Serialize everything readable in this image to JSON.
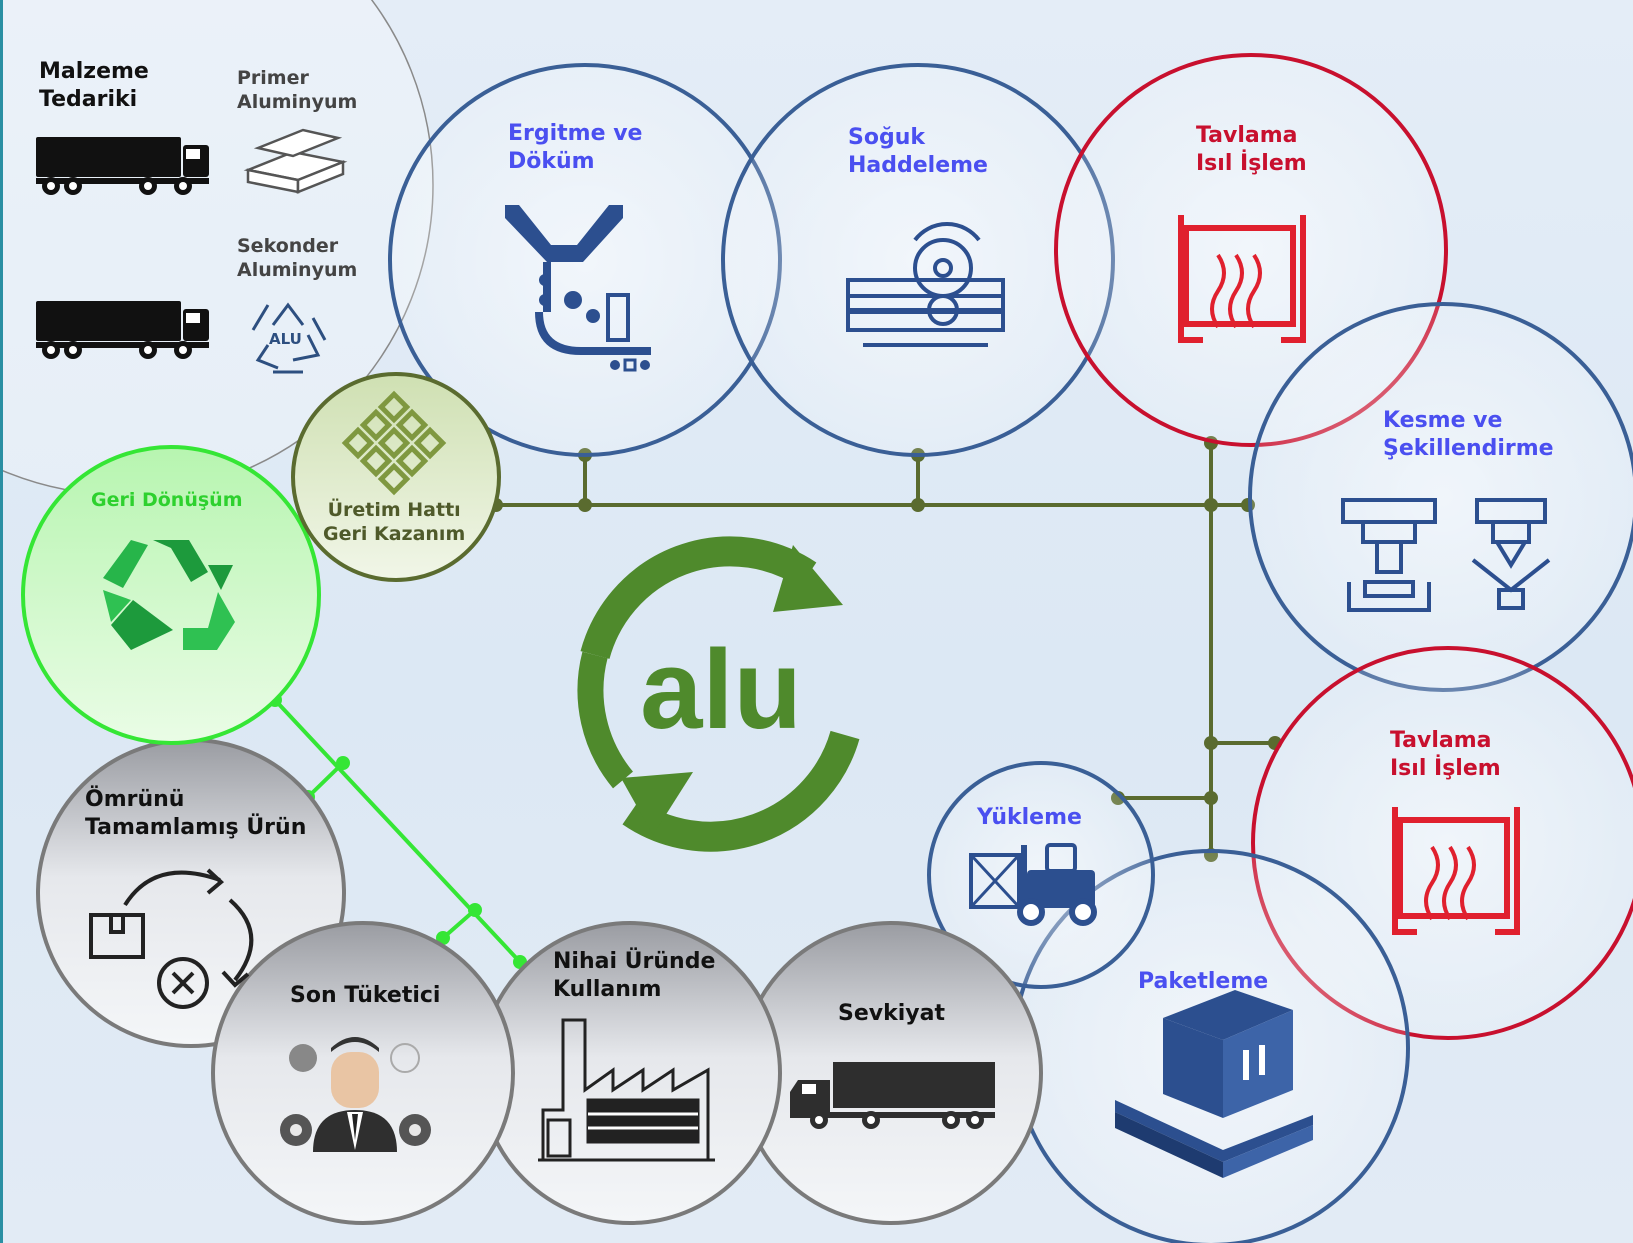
{
  "supply": {
    "title_line1": "Malzeme",
    "title_line2": "Tedariki",
    "primary_line1": "Primer",
    "primary_line2": "Aluminyum",
    "secondary_line1": "Sekonder",
    "secondary_line2": "Aluminyum",
    "recycle_badge": "ALU"
  },
  "stages": {
    "casting": {
      "line1": "Ergitme ve",
      "line2": "Döküm"
    },
    "cold_rolling": {
      "line1": "Soğuk",
      "line2": "Haddeleme"
    },
    "annealing_top": {
      "line1": "Tavlama",
      "line2": "Isıl İşlem"
    },
    "cutting": {
      "line1": "Kesme ve",
      "line2": "Şekillendirme"
    },
    "annealing_right": {
      "line1": "Tavlama",
      "line2": "Isıl İşlem"
    },
    "loading": {
      "label": "Yükleme"
    },
    "packaging": {
      "label": "Paketleme"
    },
    "shipping": {
      "label": "Sevkiyat"
    },
    "end_use": {
      "line1": "Nihai Üründe",
      "line2": "Kullanım"
    },
    "consumer": {
      "label": "Son Tüketici"
    },
    "end_of_life": {
      "line1": "Ömrünü",
      "line2": "Tamamlamış Ürün"
    },
    "recycling": {
      "label": "Geri Dönüşüm"
    },
    "line_recovery": {
      "line1": "Üretim Hattı",
      "line2": "Geri Kazanım"
    }
  },
  "center_logo": {
    "text": "alu"
  },
  "colors": {
    "blue_ring": "#3a5f96",
    "red_ring": "#c8102e",
    "grey_ring": "#7a7a7a",
    "green_ring": "#35e635",
    "olive_ring": "#5a6b2f",
    "connector": "#5a6b2f",
    "green_connector": "#35e635",
    "logo_green": "#4f8a2c"
  }
}
